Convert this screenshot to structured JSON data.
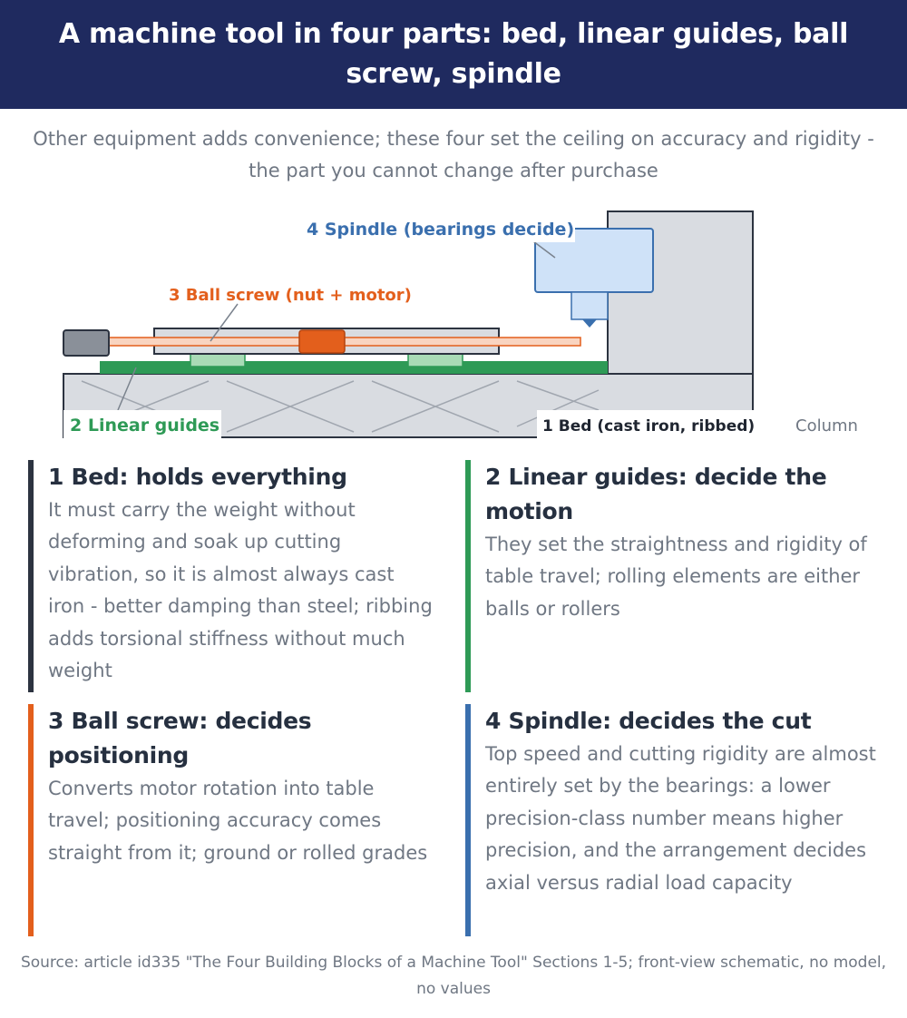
{
  "header": {
    "title": "A machine tool in four parts: bed, linear guides, ball screw, spindle"
  },
  "subtitle": "Other equipment adds convenience; these four set the ceiling on accuracy and rigidity - the part you cannot change after purchase",
  "diagram": {
    "labels": {
      "spindle": "4 Spindle (bearings decide)",
      "ball_screw": "3 Ball screw (nut + motor)",
      "linear_guides": "2 Linear guides",
      "bed": "1 Bed (cast iron, ribbed)",
      "column": "Column"
    },
    "colors": {
      "spindle": "#3a6fae",
      "ball_screw": "#e35f1c",
      "linear_guides": "#2e9a56",
      "bed": "#2c3340",
      "metal_fill": "#d9dce1",
      "spindle_fill": "#cfe2f8"
    }
  },
  "cards": [
    {
      "title": "1 Bed: holds everything",
      "body": "It must carry the weight without deforming and soak up cutting vibration, so it is almost always cast iron - better damping than steel; ribbing adds torsional stiffness without much weight",
      "accent": "#2c3340"
    },
    {
      "title": "2 Linear guides: decide the motion",
      "body": "They set the straightness and rigidity of table travel; rolling elements are either balls or rollers",
      "accent": "#2e9a56"
    },
    {
      "title": "3 Ball screw: decides positioning",
      "body": "Converts motor rotation into table travel; positioning accuracy comes straight from it; ground or rolled grades",
      "accent": "#e35f1c"
    },
    {
      "title": "4 Spindle: decides the cut",
      "body": "Top speed and cutting rigidity are almost entirely set by the bearings: a lower precision-class number means higher precision, and the arrangement decides axial versus radial load capacity",
      "accent": "#3a6fae"
    }
  ],
  "source": "Source: article id335 \"The Four Building Blocks of a Machine Tool\" Sections 1-5; front-view schematic, no model, no values"
}
